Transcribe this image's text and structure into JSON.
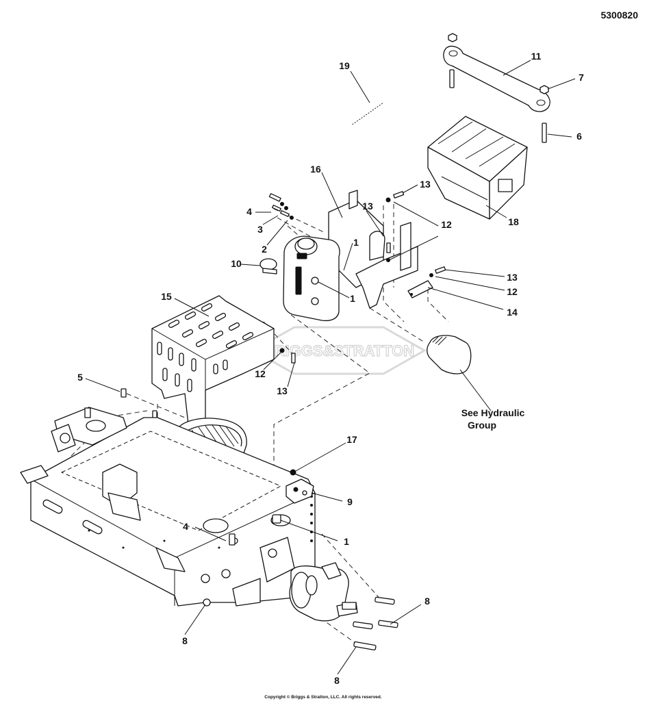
{
  "diagram_id": "5300820",
  "copyright": "Copyright © Briggs & Stratton, LLC. All rights reserved.",
  "watermark": "BRIGGS&STRATTON",
  "note": {
    "line1": "See Hydraulic",
    "line2": "Group"
  },
  "callouts": {
    "c19": "19",
    "c11": "11",
    "c7": "7",
    "c6": "6",
    "c18": "18",
    "c16": "16",
    "c13a": "13",
    "c13b": "13",
    "c12a": "12",
    "c4a": "4",
    "c3": "3",
    "c2": "2",
    "c1a": "1",
    "c1b": "1",
    "c10": "10",
    "c13c": "13",
    "c12b": "12",
    "c14": "14",
    "c15": "15",
    "c12c": "12",
    "c13d": "13",
    "c5": "5",
    "c17": "17",
    "c9": "9",
    "c4b": "4",
    "c1c": "1",
    "c8a": "8",
    "c8b": "8",
    "c8c": "8"
  }
}
